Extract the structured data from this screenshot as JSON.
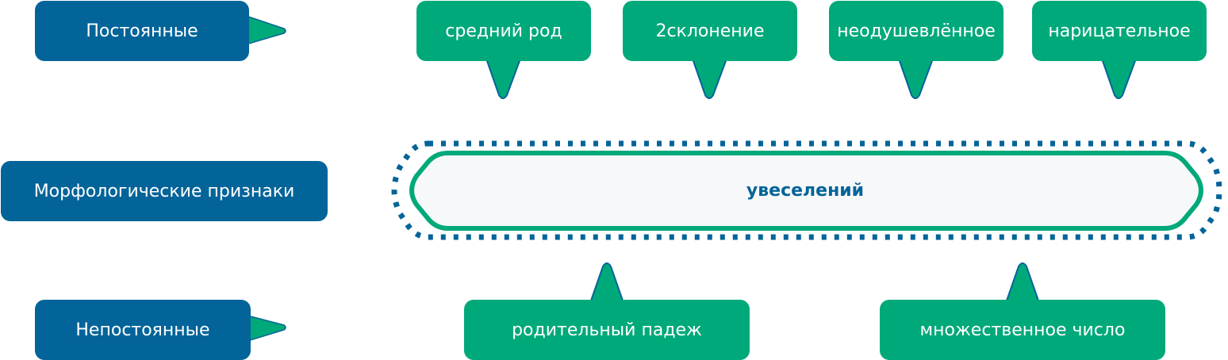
{
  "colors": {
    "blue": "#036499",
    "green": "#00A97A",
    "center_fill": "#F7F8F9"
  },
  "left_labels": {
    "permanent": "Постоянные",
    "morphological": "Морфологические признаки",
    "nonpermanent": "Непостоянные"
  },
  "center_word": "увеселений",
  "permanent_features": [
    "средний род",
    "2склонение",
    "неодушевлённое",
    "нарицательное"
  ],
  "nonpermanent_features": [
    "родительный падеж",
    "множественное число"
  ]
}
